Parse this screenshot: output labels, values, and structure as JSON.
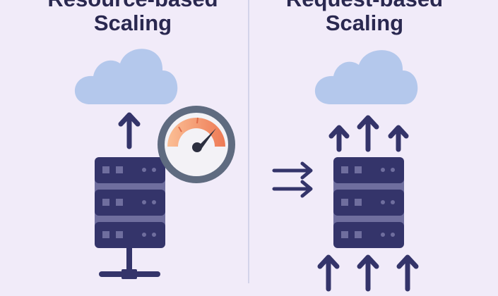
{
  "left_panel": {
    "title_line1": "Resource-based",
    "title_line2": "Scaling"
  },
  "right_panel": {
    "title_line1": "Request-based",
    "title_line2": "Scaling"
  },
  "colors": {
    "background": "#f1ebf9",
    "server": "#34346a",
    "cloud": "#b4c8ec",
    "gauge_ring": "#5f6b80",
    "gauge_arc": "#f08a5d",
    "divider": "#c9cbe6"
  }
}
